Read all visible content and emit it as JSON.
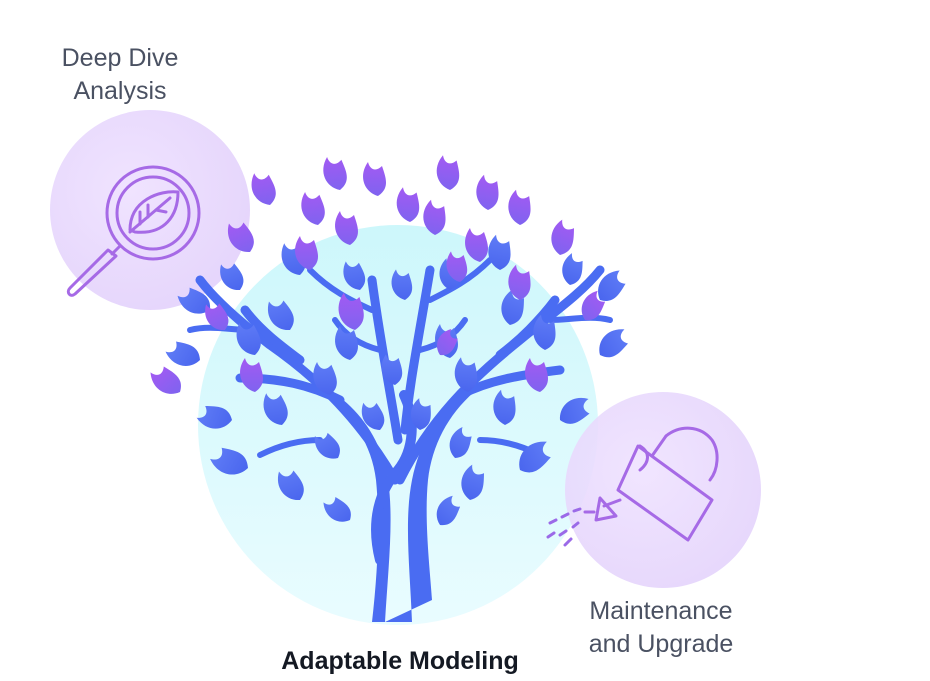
{
  "nodes": {
    "deep_dive": {
      "line1": "Deep Dive",
      "line2": "Analysis",
      "icon": "magnifier-leaf-icon"
    },
    "maintenance": {
      "line1": "Maintenance",
      "line2": "and Upgrade",
      "icon": "watering-can-icon"
    },
    "center": {
      "label": "Adaptable Modeling",
      "icon": "tree-icon"
    }
  },
  "colors": {
    "label_text": "#4a5162",
    "center_label": "#141923",
    "bubble_purple": "#ead9ff",
    "bubble_cyan": "#d6fbff",
    "trunk_blue": "#4a6cf2",
    "leaf_purple": "#9b5cf0",
    "icon_stroke": "#a66ae6"
  }
}
